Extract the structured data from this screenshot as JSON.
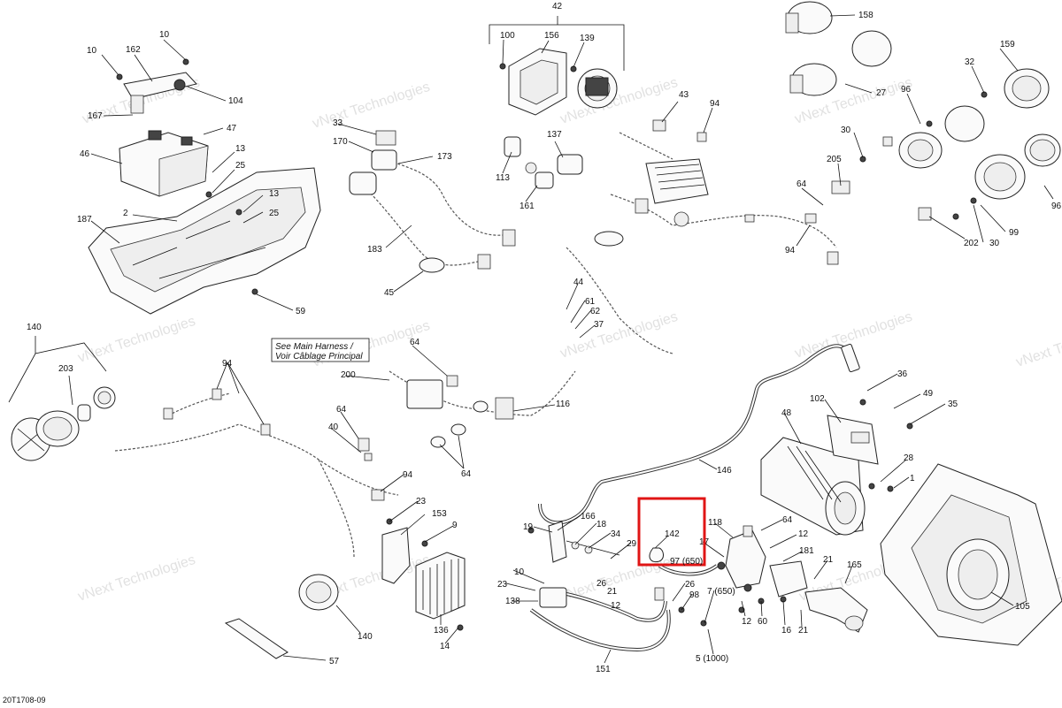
{
  "diagram": {
    "drawing_code": "20T1708-09",
    "watermark": "vNext Technologies",
    "note_lines": [
      "See Main Harness /",
      "Voir Câblage Principal"
    ],
    "highlight": {
      "label": "142",
      "sublabel": "97 (650)"
    },
    "callouts": [
      {
        "id": "c42",
        "text": "42"
      },
      {
        "id": "c100",
        "text": "100"
      },
      {
        "id": "c156",
        "text": "156"
      },
      {
        "id": "c139",
        "text": "139"
      },
      {
        "id": "c158",
        "text": "158"
      },
      {
        "id": "c159",
        "text": "159"
      },
      {
        "id": "c32",
        "text": "32"
      },
      {
        "id": "c27",
        "text": "27"
      },
      {
        "id": "c96a",
        "text": "96"
      },
      {
        "id": "c30a",
        "text": "30"
      },
      {
        "id": "c96b",
        "text": "96"
      },
      {
        "id": "c205",
        "text": "205"
      },
      {
        "id": "c64a",
        "text": "64"
      },
      {
        "id": "c94a",
        "text": "94"
      },
      {
        "id": "c202",
        "text": "202"
      },
      {
        "id": "c30b",
        "text": "30"
      },
      {
        "id": "c99",
        "text": "99"
      },
      {
        "id": "c43",
        "text": "43"
      },
      {
        "id": "c94b",
        "text": "94"
      },
      {
        "id": "c137",
        "text": "137"
      },
      {
        "id": "c113",
        "text": "113"
      },
      {
        "id": "c161",
        "text": "161"
      },
      {
        "id": "c10a",
        "text": "10"
      },
      {
        "id": "c10b",
        "text": "10"
      },
      {
        "id": "c162",
        "text": "162"
      },
      {
        "id": "c104",
        "text": "104"
      },
      {
        "id": "c167",
        "text": "167"
      },
      {
        "id": "c47",
        "text": "47"
      },
      {
        "id": "c46",
        "text": "46"
      },
      {
        "id": "c13a",
        "text": "13"
      },
      {
        "id": "c25a",
        "text": "25"
      },
      {
        "id": "c13b",
        "text": "13"
      },
      {
        "id": "c25b",
        "text": "25"
      },
      {
        "id": "c2",
        "text": "2"
      },
      {
        "id": "c187",
        "text": "187"
      },
      {
        "id": "c59",
        "text": "59"
      },
      {
        "id": "c33",
        "text": "33"
      },
      {
        "id": "c170",
        "text": "170"
      },
      {
        "id": "c173",
        "text": "173"
      },
      {
        "id": "c183",
        "text": "183"
      },
      {
        "id": "c45",
        "text": "45"
      },
      {
        "id": "c44",
        "text": "44"
      },
      {
        "id": "c61",
        "text": "61"
      },
      {
        "id": "c62",
        "text": "62"
      },
      {
        "id": "c37",
        "text": "37"
      },
      {
        "id": "c140a",
        "text": "140"
      },
      {
        "id": "c203",
        "text": "203"
      },
      {
        "id": "c94c",
        "text": "94"
      },
      {
        "id": "c64b",
        "text": "64"
      },
      {
        "id": "c200",
        "text": "200"
      },
      {
        "id": "c64c",
        "text": "64"
      },
      {
        "id": "c40",
        "text": "40"
      },
      {
        "id": "c64d",
        "text": "64"
      },
      {
        "id": "c116",
        "text": "116"
      },
      {
        "id": "c94d",
        "text": "94"
      },
      {
        "id": "c23a",
        "text": "23"
      },
      {
        "id": "c153",
        "text": "153"
      },
      {
        "id": "c9",
        "text": "9"
      },
      {
        "id": "c136",
        "text": "136"
      },
      {
        "id": "c14",
        "text": "14"
      },
      {
        "id": "c140b",
        "text": "140"
      },
      {
        "id": "c57",
        "text": "57"
      },
      {
        "id": "c36",
        "text": "36"
      },
      {
        "id": "c49",
        "text": "49"
      },
      {
        "id": "c35",
        "text": "35"
      },
      {
        "id": "c102",
        "text": "102"
      },
      {
        "id": "c48",
        "text": "48"
      },
      {
        "id": "c146",
        "text": "146"
      },
      {
        "id": "c28",
        "text": "28"
      },
      {
        "id": "c1",
        "text": "1"
      },
      {
        "id": "c105",
        "text": "105"
      },
      {
        "id": "c165",
        "text": "165"
      },
      {
        "id": "c21a",
        "text": "21"
      },
      {
        "id": "c21b",
        "text": "21"
      },
      {
        "id": "c181",
        "text": "181"
      },
      {
        "id": "c12a",
        "text": "12"
      },
      {
        "id": "c64e",
        "text": "64"
      },
      {
        "id": "c118",
        "text": "118"
      },
      {
        "id": "c17",
        "text": "17"
      },
      {
        "id": "c60",
        "text": "60"
      },
      {
        "id": "c16",
        "text": "16"
      },
      {
        "id": "c12b",
        "text": "12"
      },
      {
        "id": "c166",
        "text": "166"
      },
      {
        "id": "c19",
        "text": "19"
      },
      {
        "id": "c18",
        "text": "18"
      },
      {
        "id": "c34",
        "text": "34"
      },
      {
        "id": "c29",
        "text": "29"
      },
      {
        "id": "c10c",
        "text": "10"
      },
      {
        "id": "c23b",
        "text": "23"
      },
      {
        "id": "c138",
        "text": "138"
      },
      {
        "id": "c26a",
        "text": "26"
      },
      {
        "id": "c21c",
        "text": "21"
      },
      {
        "id": "c12c",
        "text": "12"
      },
      {
        "id": "c26b",
        "text": "26"
      },
      {
        "id": "c98",
        "text": "98"
      },
      {
        "id": "c7",
        "text": "7 (650)"
      },
      {
        "id": "c5",
        "text": "5 (1000)"
      },
      {
        "id": "c151",
        "text": "151"
      }
    ]
  }
}
